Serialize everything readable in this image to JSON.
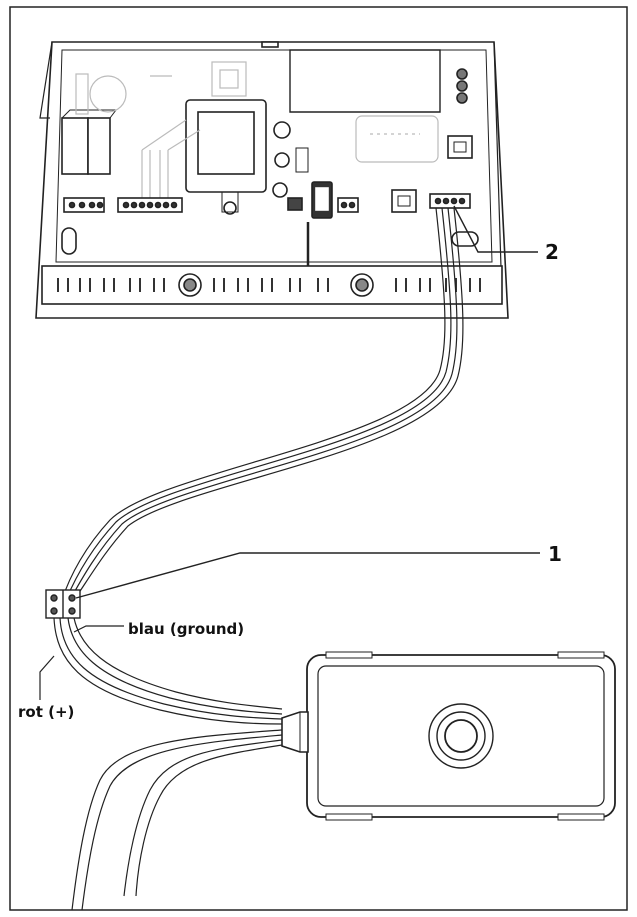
{
  "callouts": {
    "terminal_block_number": "2",
    "cable_connector_number": "1"
  },
  "wire_labels": {
    "blue": "blau (ground)",
    "red": "rot (+)"
  },
  "icons": {
    "control_unit": "control-board-housing-icon",
    "sensor_box": "sensor-module-icon"
  }
}
